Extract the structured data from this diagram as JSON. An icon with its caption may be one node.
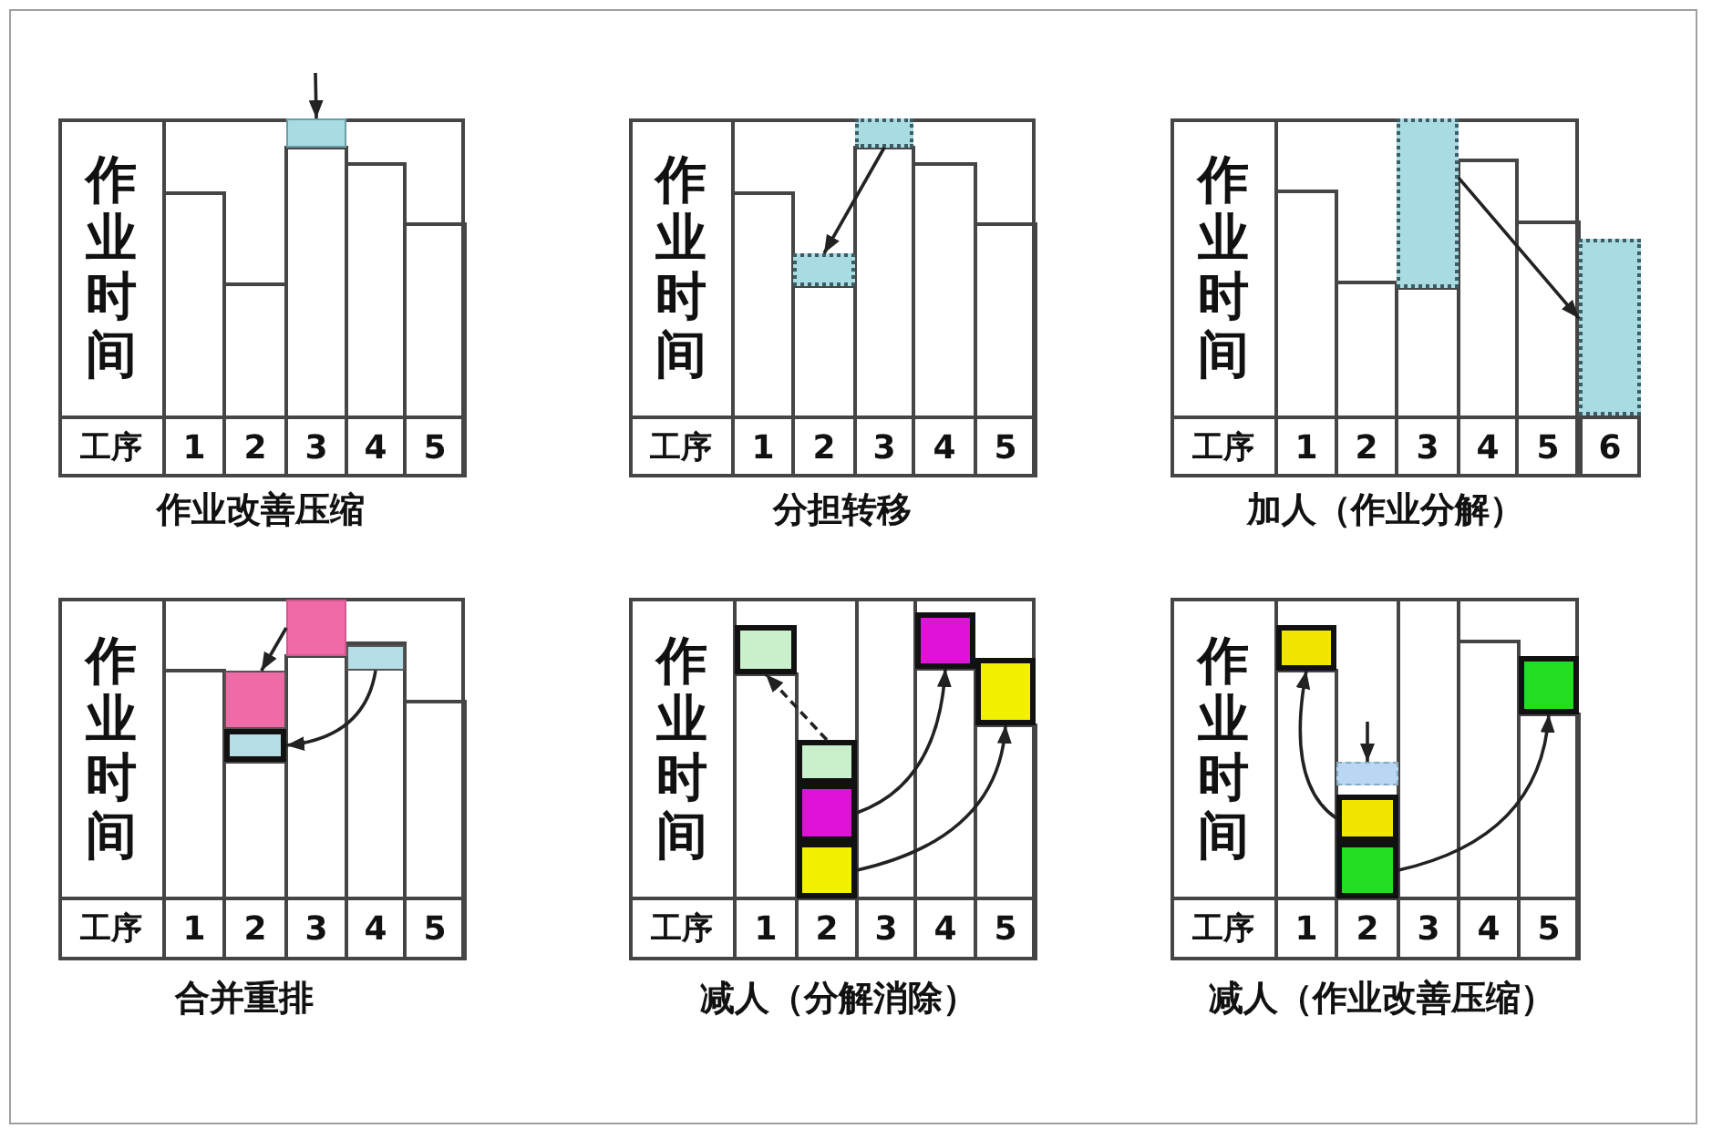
{
  "diagram": {
    "nodes": [
      {
        "text": [
          "作业时间",
          "工序",
          "1",
          "2",
          "3",
          "4",
          "5"
        ],
        "beside": [
          "作业改善压缩"
        ]
      },
      {
        "text": [],
        "shape": "box",
        "in": 0
      },
      {
        "text": [
          "作业时间",
          "工序",
          "1",
          "2",
          "3",
          "4",
          "5"
        ],
        "beside": [
          "分担转移"
        ]
      },
      {
        "text": [],
        "shape": "box",
        "in": 2
      },
      {
        "text": [],
        "shape": "box",
        "in": 2
      },
      {
        "text": [
          "作业时间",
          "工序",
          "1",
          "2",
          "3",
          "4",
          "5",
          "6"
        ],
        "beside": [
          "加人（作业分解）"
        ]
      },
      {
        "text": [],
        "shape": "box",
        "in": 5
      },
      {
        "text": [],
        "shape": "box",
        "in": 5
      },
      {
        "text": [
          "作业时间",
          "工序",
          "1",
          "2",
          "3",
          "4",
          "5"
        ],
        "beside": [
          "合并重排"
        ]
      },
      {
        "text": [],
        "shape": "box",
        "in": 8
      },
      {
        "text": [],
        "shape": "box",
        "in": 8
      },
      {
        "text": [],
        "shape": "box",
        "in": 8
      },
      {
        "text": [],
        "shape": "box",
        "in": 8
      },
      {
        "text": [
          "作业时间",
          "工序",
          "1",
          "2",
          "3",
          "4",
          "5"
        ],
        "beside": [
          "减人（分解消除）"
        ]
      },
      {
        "text": [],
        "shape": "box",
        "in": 13
      },
      {
        "text": [],
        "shape": "box",
        "in": 13
      },
      {
        "text": [],
        "shape": "box",
        "in": 13
      },
      {
        "text": [],
        "shape": "box",
        "in": 13
      },
      {
        "text": [],
        "shape": "box",
        "in": 13
      },
      {
        "text": [],
        "shape": "box",
        "in": 13
      },
      {
        "text": [
          "作业时间",
          "工序",
          "1",
          "2",
          "3",
          "4",
          "5"
        ],
        "beside": [
          "减人（作业改善压缩）"
        ]
      },
      {
        "text": [],
        "shape": "box",
        "in": 20
      },
      {
        "text": [],
        "shape": "box",
        "in": 20
      },
      {
        "text": [],
        "shape": "box",
        "in": 20
      },
      {
        "text": [],
        "shape": "box",
        "in": 20
      },
      {
        "text": [],
        "shape": "box",
        "in": 20
      }
    ],
    "edges": [
      {
        "from": null,
        "to": 1,
        "arrow": "to"
      },
      {
        "from": 4,
        "to": 3,
        "arrow": "to"
      },
      {
        "from": 6,
        "to": 7,
        "arrow": "to"
      },
      {
        "from": 11,
        "to": 9,
        "arrow": "to"
      },
      {
        "from": 12,
        "to": 10,
        "arrow": "to"
      },
      {
        "from": 15,
        "to": 14,
        "arrow": "to",
        "style": "dashed"
      },
      {
        "from": 16,
        "to": 18,
        "arrow": "to"
      },
      {
        "from": 17,
        "to": 19,
        "arrow": "to"
      },
      {
        "from": 23,
        "to": 21,
        "arrow": "to"
      },
      {
        "from": 24,
        "to": 25,
        "arrow": "to"
      },
      {
        "from": null,
        "to": 22,
        "arrow": "to"
      }
    ]
  }
}
